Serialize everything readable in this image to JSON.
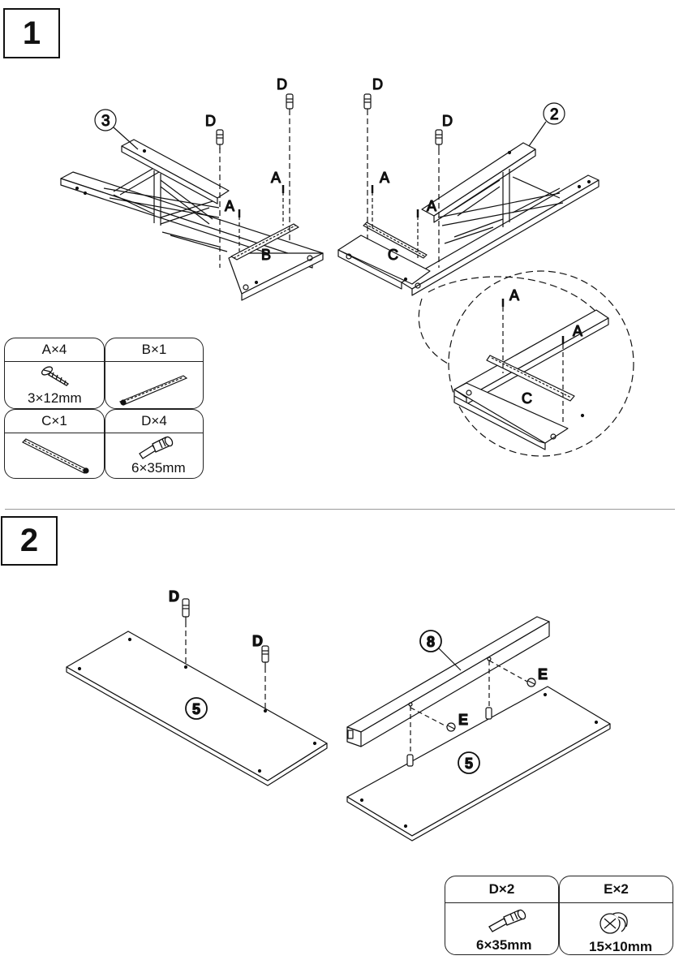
{
  "steps": [
    {
      "number": "1",
      "labels": {
        "D": "D",
        "A": "A",
        "B": "B",
        "C": "C"
      },
      "part_numbers": {
        "left_frame": "3",
        "right_frame": "2"
      },
      "hardware": [
        {
          "qty": "A×4",
          "size": "3×12mm",
          "icon": "screw-icon"
        },
        {
          "qty": "B×1",
          "size": "",
          "icon": "bracket-b-icon"
        },
        {
          "qty": "C×1",
          "size": "",
          "icon": "bracket-c-icon"
        },
        {
          "qty": "D×4",
          "size": "6×35mm",
          "icon": "cam-bolt-icon"
        }
      ]
    },
    {
      "number": "2",
      "labels": {
        "D": "D",
        "E": "E"
      },
      "part_numbers": {
        "panel": "5",
        "rail": "8"
      },
      "hardware": [
        {
          "qty": "D×2",
          "size": "6×35mm",
          "icon": "cam-bolt-icon"
        },
        {
          "qty": "E×2",
          "size": "15×10mm",
          "icon": "cam-lock-icon"
        }
      ]
    }
  ]
}
